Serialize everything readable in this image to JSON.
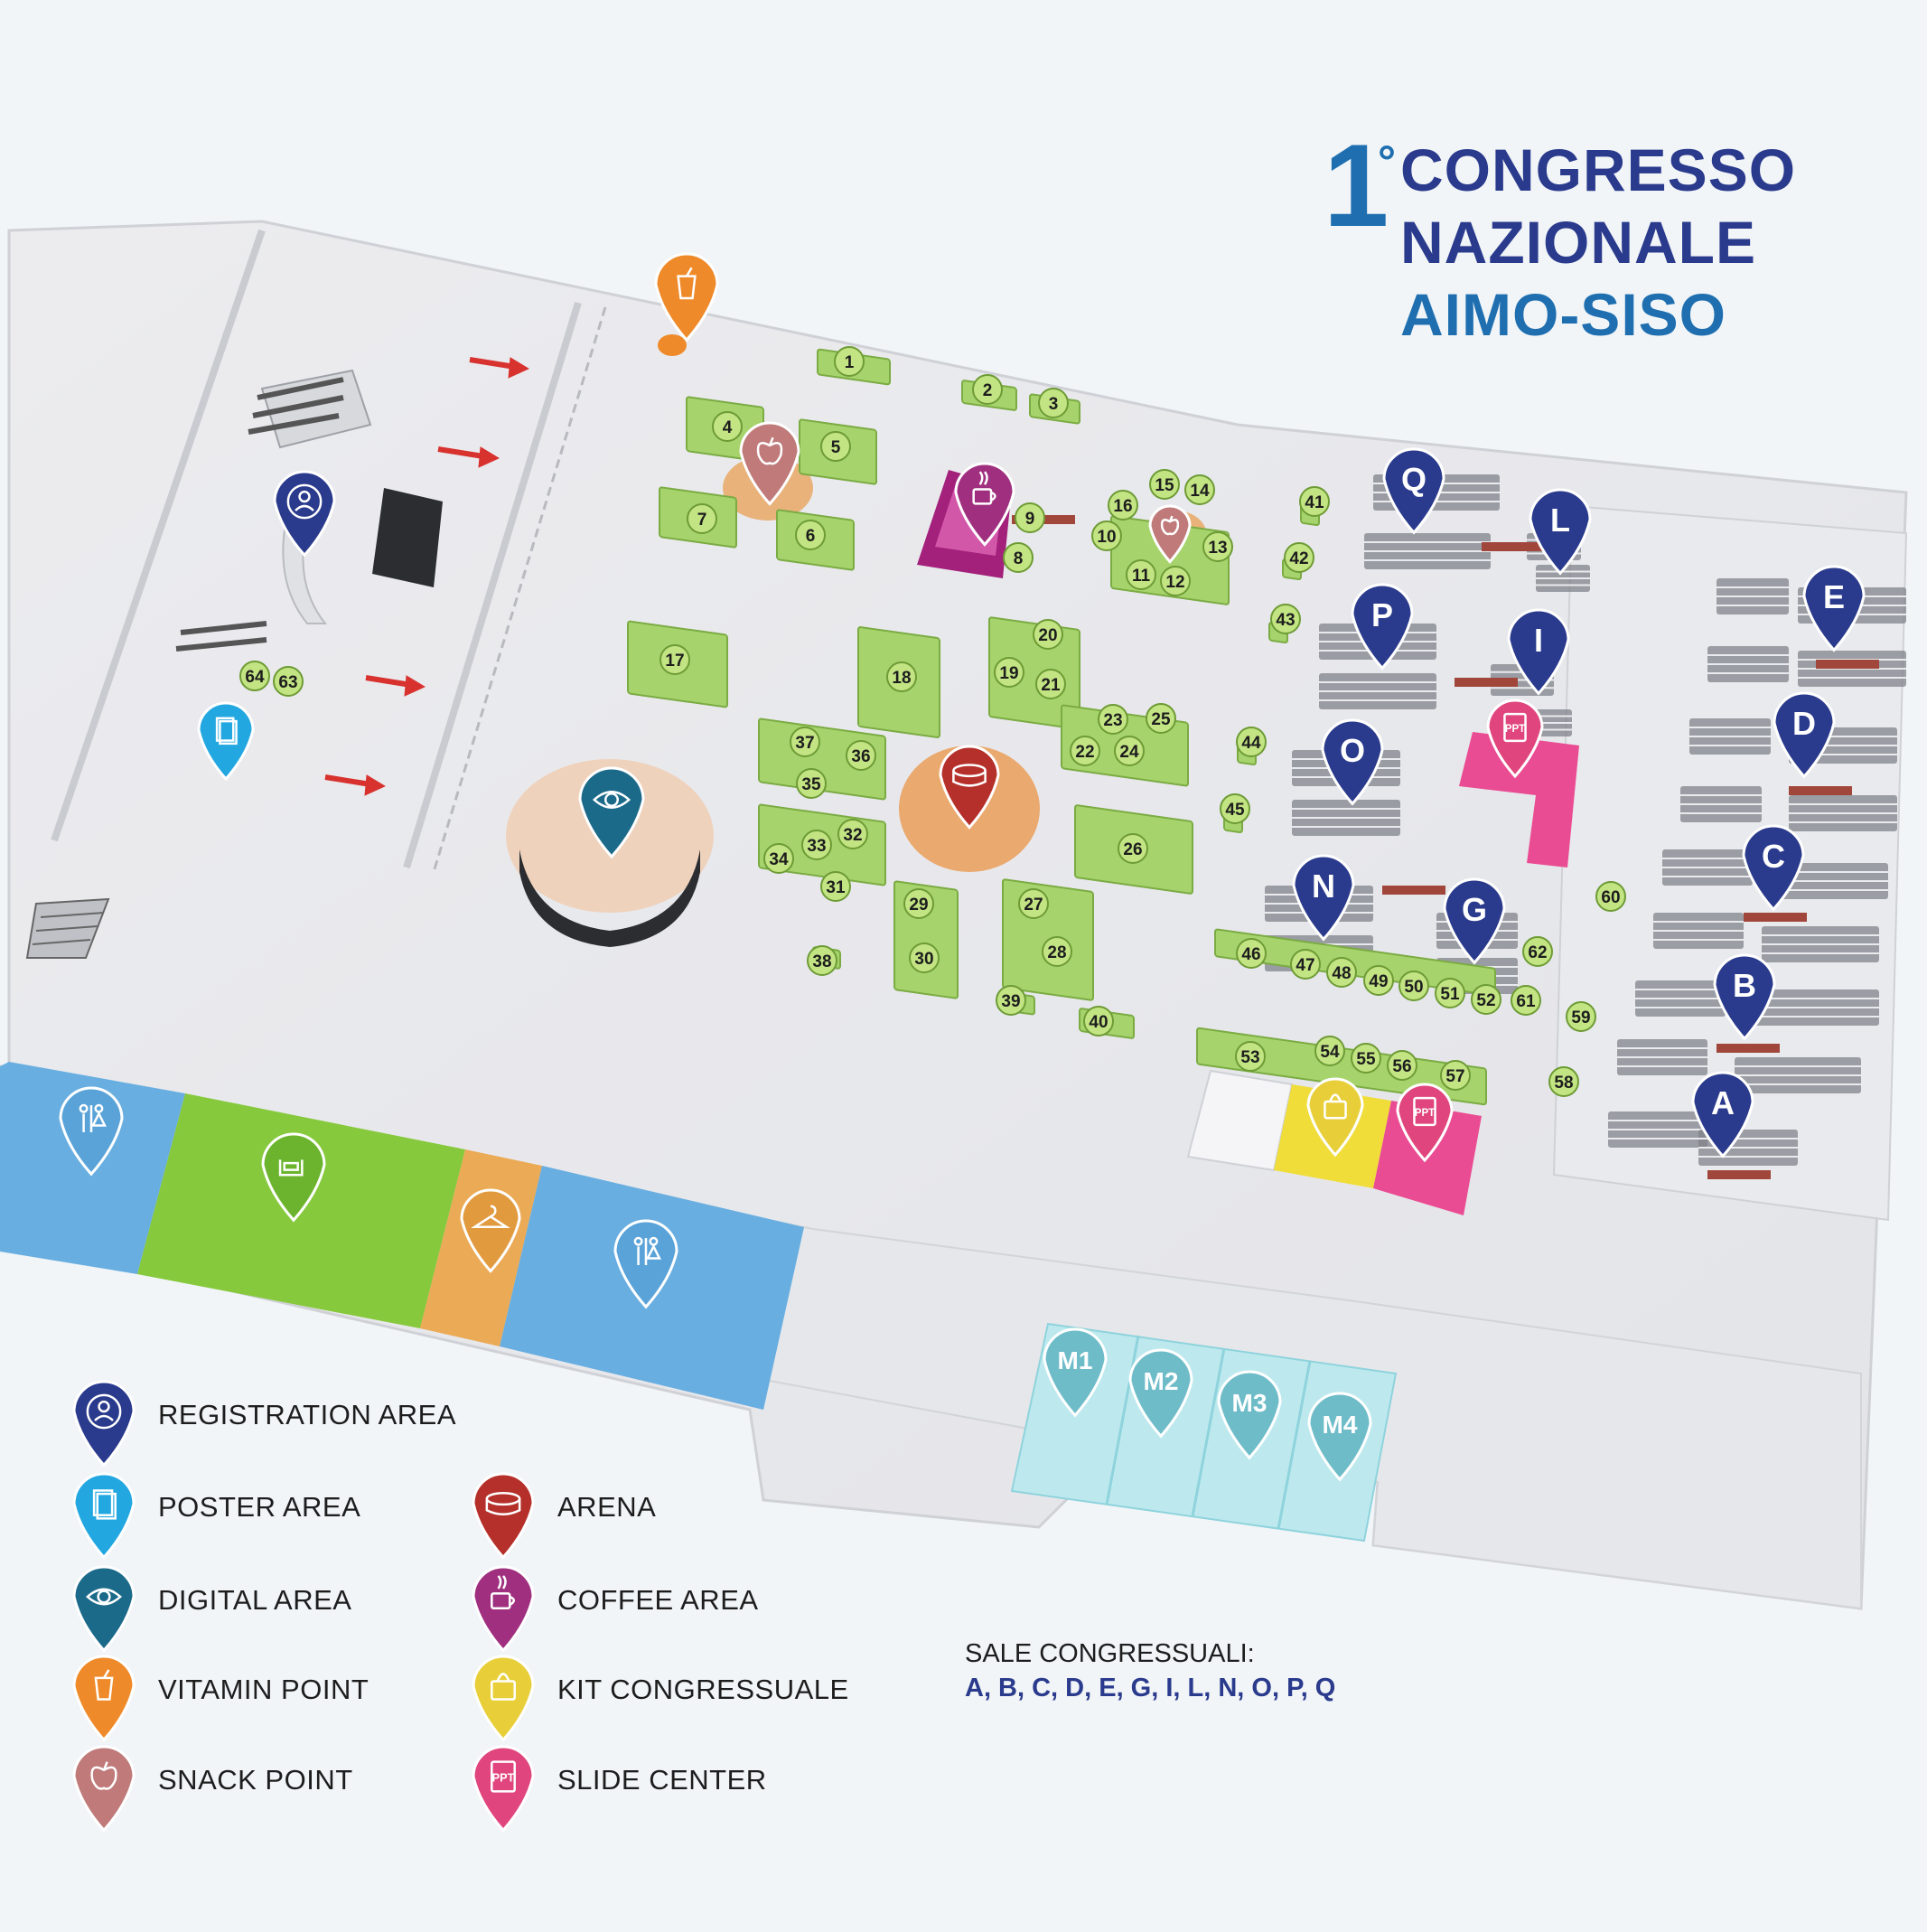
{
  "title": {
    "number": "1",
    "ordinal": "°",
    "line1": "CONGRESSO",
    "line2": "NAZIONALE",
    "line3": "AIMO-SISO"
  },
  "colors": {
    "title_dark": "#2a3a8c",
    "title_accent": "#1f6fb0",
    "booth_green": "#a6d36b",
    "room_pin": "#2a3a8c",
    "registration": "#2a3a8c",
    "poster": "#22a7e0",
    "digital": "#1b6a8a",
    "vitamin": "#ef8a2a",
    "snack": "#c07a7a",
    "arena": "#b5302a",
    "coffee": "#a0307f",
    "kit": "#e8cf3a",
    "slide": "#e0467d",
    "meeting_pin": "#6fbcc9"
  },
  "legend": [
    {
      "label": "REGISTRATION AREA",
      "icon": "registration-icon",
      "color": "#2a3a8c"
    },
    {
      "label": "POSTER AREA",
      "icon": "poster-icon",
      "color": "#22a7e0"
    },
    {
      "label": "DIGITAL AREA",
      "icon": "digital-eye-icon",
      "color": "#1b6a8a"
    },
    {
      "label": "VITAMIN POINT",
      "icon": "vitamin-drink-icon",
      "color": "#ef8a2a"
    },
    {
      "label": "SNACK POINT",
      "icon": "apple-icon",
      "color": "#c07a7a"
    },
    {
      "label": "ARENA",
      "icon": "arena-icon",
      "color": "#b5302a"
    },
    {
      "label": "COFFEE AREA",
      "icon": "coffee-cup-icon",
      "color": "#a0307f"
    },
    {
      "label": "KIT CONGRESSUALE",
      "icon": "bag-icon",
      "color": "#e8cf3a"
    },
    {
      "label": "SLIDE CENTER",
      "icon": "ppt-icon",
      "color": "#e0467d"
    }
  ],
  "sale": {
    "title": "SALE CONGRESSUALI:",
    "list": "A, B, C, D, E, G, I, L, N, O, P, Q"
  },
  "rooms": [
    "Q",
    "L",
    "E",
    "P",
    "I",
    "D",
    "O",
    "C",
    "N",
    "G",
    "B",
    "A"
  ],
  "meeting_rooms": [
    "M1",
    "M2",
    "M3",
    "M4"
  ],
  "booths": [
    "1",
    "2",
    "3",
    "4",
    "5",
    "6",
    "7",
    "8",
    "9",
    "10",
    "11",
    "12",
    "13",
    "14",
    "15",
    "16",
    "17",
    "18",
    "19",
    "20",
    "21",
    "22",
    "23",
    "24",
    "25",
    "26",
    "27",
    "28",
    "29",
    "30",
    "31",
    "32",
    "33",
    "34",
    "35",
    "36",
    "37",
    "38",
    "39",
    "40",
    "41",
    "42",
    "43",
    "44",
    "45",
    "46",
    "47",
    "48",
    "49",
    "50",
    "51",
    "52",
    "53",
    "54",
    "55",
    "56",
    "57",
    "58",
    "59",
    "60",
    "61",
    "62",
    "63",
    "64"
  ],
  "ppt_label": "PPT"
}
